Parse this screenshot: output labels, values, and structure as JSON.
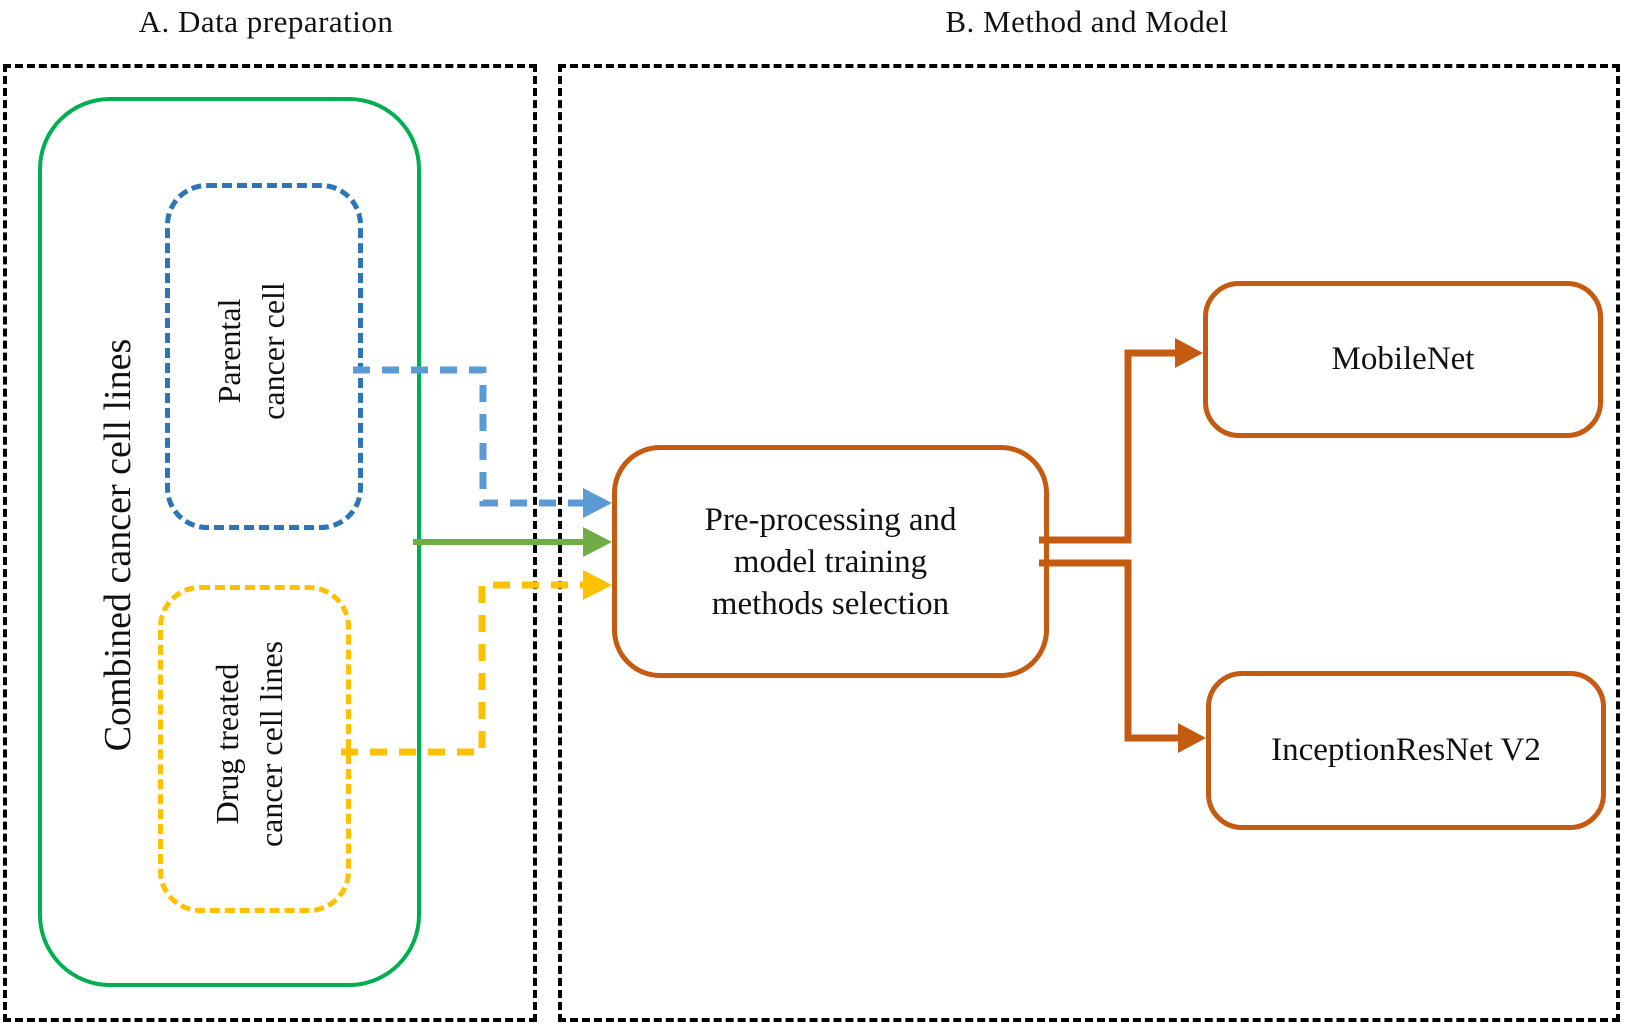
{
  "titles": {
    "panel_a": "A. Data preparation",
    "panel_b": "B. Method and Model"
  },
  "panel_a": {
    "combined_box_label": "Combined cancer cell lines",
    "parental_box_lines": [
      "Parental",
      "cancer cell"
    ],
    "drug_box_lines": [
      "Drug treated",
      "cancer cell lines"
    ]
  },
  "panel_b": {
    "preprocess_box_lines": [
      "Pre-processing and",
      "model training",
      "methods selection"
    ],
    "mobilenet_label": "MobileNet",
    "inception_label": "InceptionResNet V2"
  },
  "colors": {
    "panel_border": "#000000",
    "combined_box_border": "#00B050",
    "parental_box_border": "#2E75B6",
    "drug_box_border": "#FFC000",
    "method_box_border": "#C55A11",
    "arrow_parental_blue": "#5B9BD5",
    "arrow_combined_green": "#70AD47",
    "arrow_drug_yellow": "#FFC000",
    "arrow_model_orange": "#C55A11"
  }
}
